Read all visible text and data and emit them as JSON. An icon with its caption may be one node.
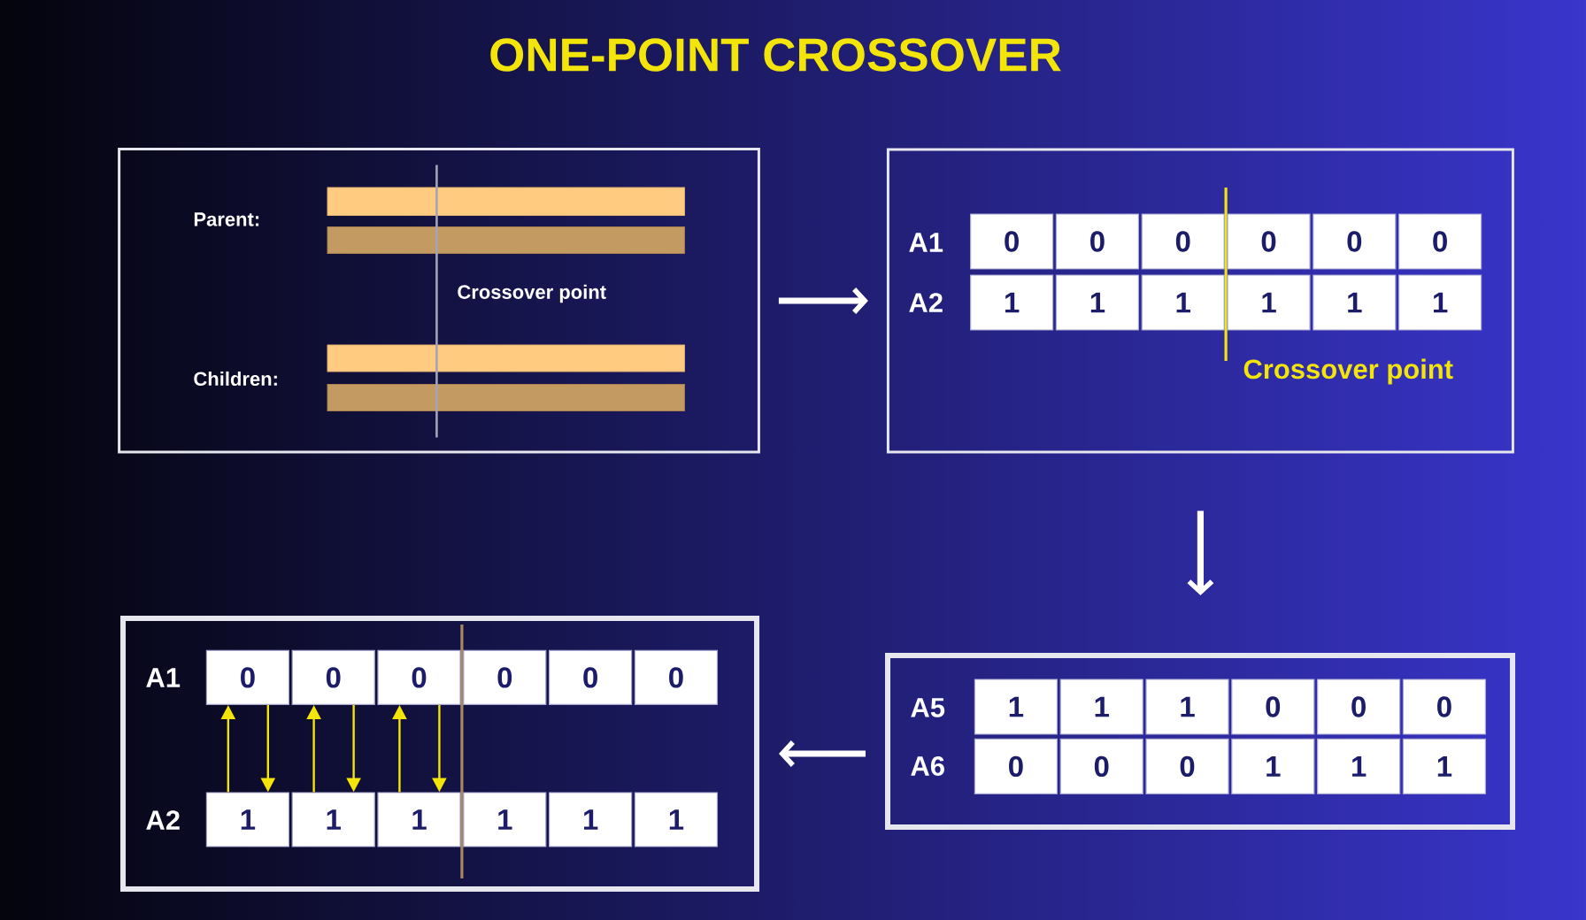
{
  "diagram": {
    "title": "ONE-POINT CROSSOVER",
    "nodes": [
      {
        "text": [
          "Parent:",
          "Crossover point",
          "Children:"
        ]
      },
      {
        "text": [],
        "shape": "bar",
        "in": 0
      },
      {
        "text": [],
        "shape": "bar",
        "in": 0
      },
      {
        "text": [],
        "shape": "bar",
        "in": 0
      },
      {
        "text": [],
        "shape": "bar",
        "in": 0
      },
      {
        "text": [
          "A1",
          "A2",
          "Crossover point"
        ]
      },
      {
        "text": [
          "0"
        ],
        "in": 5
      },
      {
        "text": [
          "0"
        ],
        "in": 5
      },
      {
        "text": [
          "0"
        ],
        "in": 5
      },
      {
        "text": [
          "0"
        ],
        "in": 5
      },
      {
        "text": [
          "0"
        ],
        "in": 5
      },
      {
        "text": [
          "0"
        ],
        "in": 5
      },
      {
        "text": [
          "1"
        ],
        "in": 5
      },
      {
        "text": [
          "1"
        ],
        "in": 5
      },
      {
        "text": [
          "1"
        ],
        "in": 5
      },
      {
        "text": [
          "1"
        ],
        "in": 5
      },
      {
        "text": [
          "1"
        ],
        "in": 5
      },
      {
        "text": [
          "1"
        ],
        "in": 5
      },
      {
        "text": [
          "A1",
          "A2"
        ]
      },
      {
        "text": [
          "0"
        ],
        "in": 18
      },
      {
        "text": [
          "0"
        ],
        "in": 18
      },
      {
        "text": [
          "0"
        ],
        "in": 18
      },
      {
        "text": [
          "0"
        ],
        "in": 18
      },
      {
        "text": [
          "0"
        ],
        "in": 18
      },
      {
        "text": [
          "0"
        ],
        "in": 18
      },
      {
        "text": [
          "1"
        ],
        "in": 18
      },
      {
        "text": [
          "1"
        ],
        "in": 18
      },
      {
        "text": [
          "1"
        ],
        "in": 18
      },
      {
        "text": [
          "1"
        ],
        "in": 18
      },
      {
        "text": [
          "1"
        ],
        "in": 18
      },
      {
        "text": [
          "1"
        ],
        "in": 18
      },
      {
        "text": [
          "A5",
          "A6"
        ]
      },
      {
        "text": [
          "1"
        ],
        "in": 31
      },
      {
        "text": [
          "1"
        ],
        "in": 31
      },
      {
        "text": [
          "1"
        ],
        "in": 31
      },
      {
        "text": [
          "0"
        ],
        "in": 31
      },
      {
        "text": [
          "0"
        ],
        "in": 31
      },
      {
        "text": [
          "0"
        ],
        "in": 31
      },
      {
        "text": [
          "0"
        ],
        "in": 31
      },
      {
        "text": [
          "0"
        ],
        "in": 31
      },
      {
        "text": [
          "0"
        ],
        "in": 31
      },
      {
        "text": [
          "1"
        ],
        "in": 31
      },
      {
        "text": [
          "1"
        ],
        "in": 31
      },
      {
        "text": [
          "1"
        ],
        "in": 31
      }
    ],
    "edges": [
      {
        "from": 0,
        "to": 5,
        "arrow": "to",
        "style": "thick",
        "color": "#ffffff"
      },
      {
        "from": 5,
        "to": 31,
        "arrow": "to",
        "style": "thick",
        "color": "#ffffff"
      },
      {
        "from": 31,
        "to": 18,
        "arrow": "to",
        "style": "thick",
        "color": "#ffffff"
      },
      {
        "from": 25,
        "to": 19,
        "arrow": "to"
      },
      {
        "from": 19,
        "to": 25,
        "arrow": "to"
      },
      {
        "from": 26,
        "to": 20,
        "arrow": "to"
      },
      {
        "from": 20,
        "to": 26,
        "arrow": "to"
      },
      {
        "from": 27,
        "to": 21,
        "arrow": "to"
      },
      {
        "from": 21,
        "to": 27,
        "arrow": "to"
      }
    ]
  }
}
